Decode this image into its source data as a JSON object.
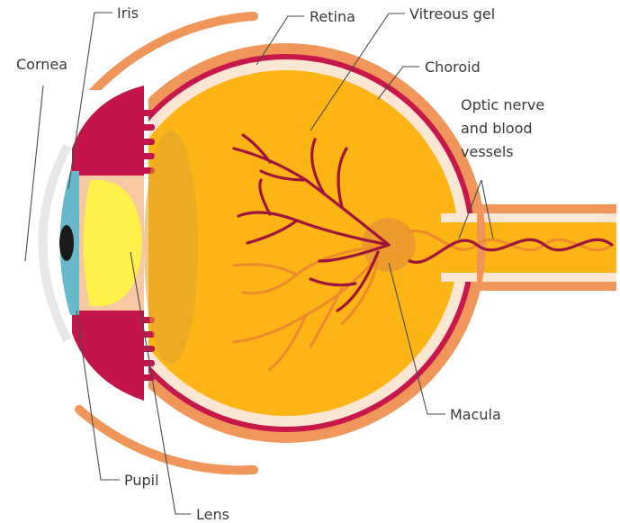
{
  "diagram": {
    "labels": {
      "iris": "Iris",
      "cornea": "Cornea",
      "retina": "Retina",
      "vitreous_gel": "Vitreous gel",
      "choroid": "Choroid",
      "optic_nerve_line1": "Optic nerve",
      "optic_nerve_line2": "and blood",
      "optic_nerve_line3": "vessels",
      "macula": "Macula",
      "pupil": "Pupil",
      "lens": "Lens"
    },
    "colors": {
      "sclera": "#f0965a",
      "retina": "#c8174a",
      "vitreous": "#fdb515",
      "lens": "#fff04a",
      "iris": "#c4154a",
      "cornea": "#68b8cc",
      "pupil": "#1a1a1a",
      "vessel_dark": "#a0143c",
      "vessel_light": "#ee8a2c"
    }
  }
}
